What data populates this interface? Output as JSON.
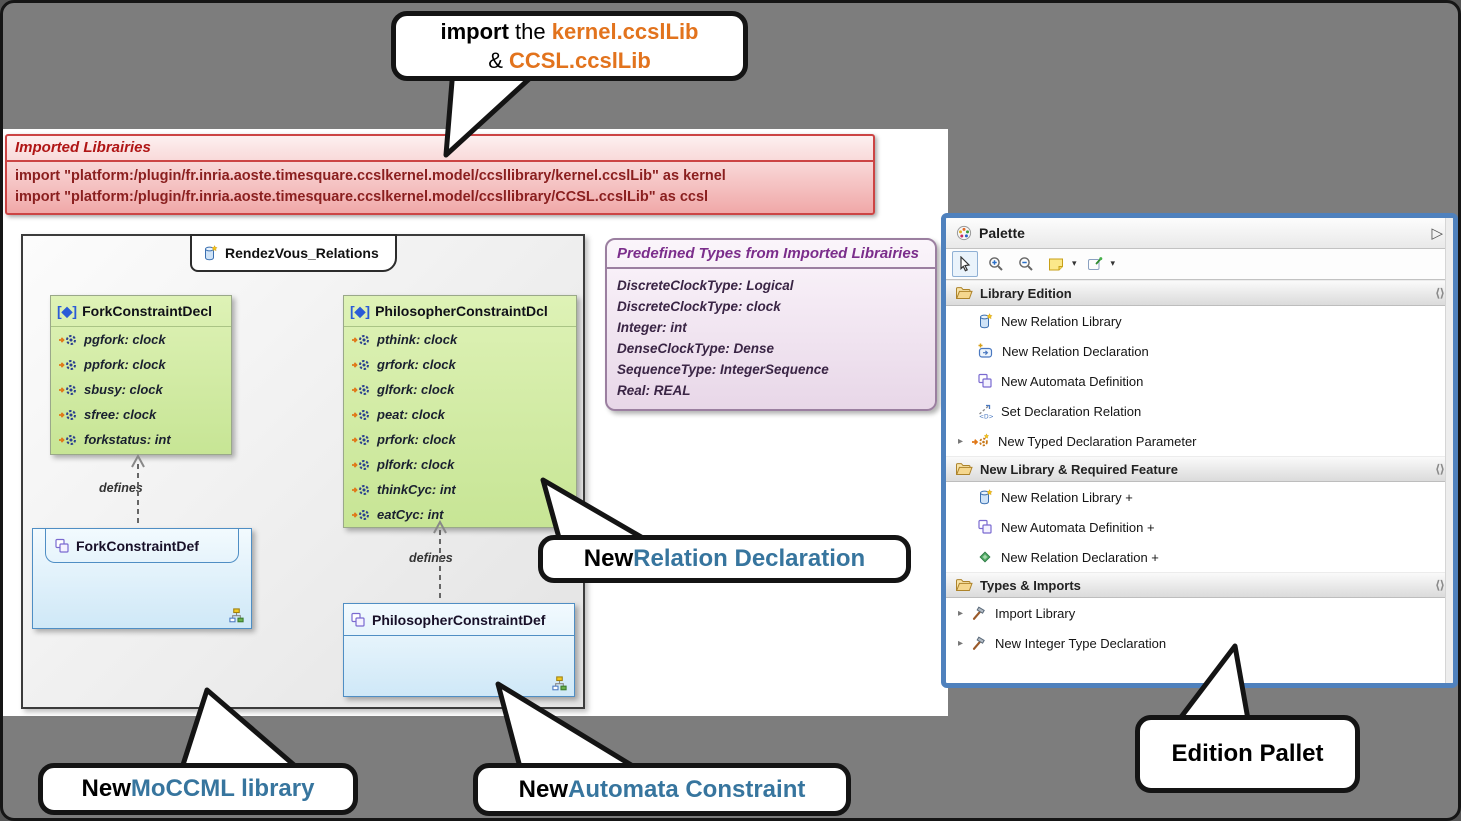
{
  "colors": {
    "background_gray": "#7d7d7d",
    "palette_border_blue": "#4f81bd",
    "callout_highlight_blue": "#37759e",
    "callout_orange": "#e2731d",
    "banner_red": "#cc4444",
    "decl_green": "#cfe89e",
    "def_blue": "#ddeffa",
    "types_purple": "#9b7fa0"
  },
  "callouts": {
    "import_note": {
      "bold": "import",
      "mid": " the ",
      "lib1": "kernel.ccslLib",
      "amp": "& ",
      "lib2": "CCSL.ccslLib"
    },
    "relation_declaration": {
      "prefix": "New ",
      "highlight": "Relation Declaration"
    },
    "moccml_library": {
      "prefix": "New ",
      "highlight": "MoCCML library"
    },
    "automata_constraint": {
      "prefix": "New ",
      "highlight": "Automata Constraint"
    },
    "edition_pallet": {
      "label": "Edition Pallet"
    }
  },
  "banner": {
    "title": "Imported Librairies",
    "lines": [
      "import \"platform:/plugin/fr.inria.aoste.timesquare.ccslkernel.model/ccsllibrary/kernel.ccslLib\" as kernel",
      "import \"platform:/plugin/fr.inria.aoste.timesquare.ccslkernel.model/ccsllibrary/CCSL.ccslLib\" as ccsl"
    ]
  },
  "diagram": {
    "title": "RendezVous_Relations",
    "title_icon": "relation-library-icon",
    "edge_label": "defines",
    "decls": [
      {
        "badge": "[◆]",
        "name": "ForkConstraintDecl",
        "field_icon": "gear-pair-icon",
        "fields": [
          "pgfork: clock",
          "ppfork: clock",
          "sbusy: clock",
          "sfree: clock",
          "forkstatus: int"
        ]
      },
      {
        "badge": "[◆]",
        "name": "PhilosopherConstraintDcl",
        "field_icon": "gear-pair-icon",
        "fields": [
          "pthink: clock",
          "grfork: clock",
          "glfork: clock",
          "peat: clock",
          "prfork: clock",
          "plfork: clock",
          "thinkCyc: int",
          "eatCyc: int"
        ]
      }
    ],
    "defs": [
      {
        "name": "ForkConstraintDef",
        "icon": "automata-icon",
        "corner_icon": "tree-icon"
      },
      {
        "name": "PhilosopherConstraintDef",
        "icon": "automata-icon",
        "corner_icon": "tree-icon"
      }
    ]
  },
  "predefined_types": {
    "title": "Predefined Types from Imported Librairies",
    "items": [
      "DiscreteClockType: Logical",
      "DiscreteClockType: clock",
      "Integer: int",
      "DenseClockType: Dense",
      "SequenceType: IntegerSequence",
      "Real: REAL"
    ]
  },
  "palette": {
    "title": "Palette",
    "pin": "▷",
    "collapse_icon": "⟨⟩",
    "expand_arrow": "▸",
    "dropdown_arrow": "▾",
    "toolbar": [
      "select-tool",
      "zoom-in-tool",
      "zoom-out-tool",
      "note-tool",
      "marquee-tool"
    ],
    "sections": [
      {
        "title": "Library Edition",
        "items": [
          {
            "label": "New Relation Library",
            "icon": "relation-library-icon",
            "expandable": false
          },
          {
            "label": "New Relation Declaration",
            "icon": "relation-declaration-icon",
            "expandable": false
          },
          {
            "label": "New Automata Definition",
            "icon": "automata-icon",
            "expandable": false
          },
          {
            "label": "Set Declaration Relation",
            "icon": "set-declaration-relation-icon",
            "expandable": false
          },
          {
            "label": "New Typed Declaration Parameter",
            "icon": "typed-parameter-icon",
            "expandable": true
          }
        ]
      },
      {
        "title": "New Library & Required Feature",
        "items": [
          {
            "label": "New Relation Library +",
            "icon": "relation-library-icon",
            "expandable": false
          },
          {
            "label": "New Automata Definition +",
            "icon": "automata-icon",
            "expandable": false
          },
          {
            "label": "New Relation Declaration +",
            "icon": "green-diamond-icon",
            "expandable": false
          }
        ]
      },
      {
        "title": "Types & Imports",
        "items": [
          {
            "label": "Import Library",
            "icon": "hammer-icon",
            "expandable": true
          },
          {
            "label": "New Integer Type Declaration",
            "icon": "hammer-icon",
            "expandable": true
          }
        ]
      }
    ]
  }
}
